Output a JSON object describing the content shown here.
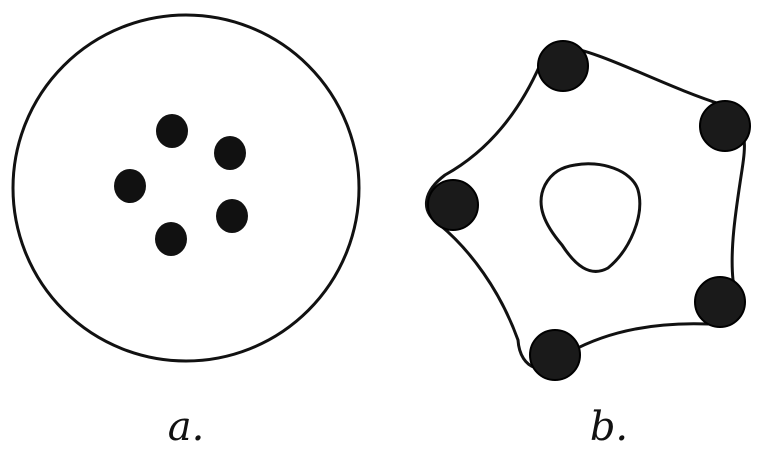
{
  "figure": {
    "panels": [
      {
        "id": "a",
        "caption": "a.",
        "dot_count": 5
      },
      {
        "id": "b",
        "caption": "b.",
        "dot_count": 5
      }
    ],
    "colors": {
      "ink": "#111111",
      "background": "#ffffff",
      "dot_fill": "#1a1a1a"
    }
  }
}
